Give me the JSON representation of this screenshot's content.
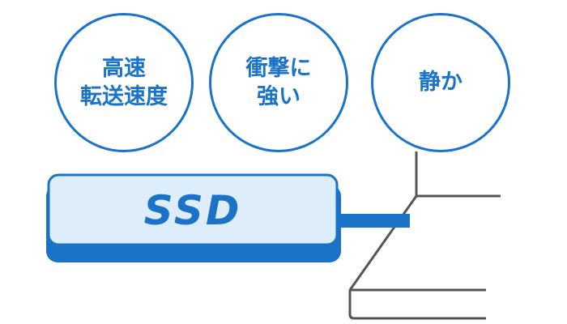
{
  "features": [
    {
      "lines": [
        "高速",
        "転送速度"
      ]
    },
    {
      "lines": [
        "衝撃に",
        "強い"
      ]
    },
    {
      "lines": [
        "静か"
      ]
    }
  ],
  "ssd": {
    "label": "SSD"
  },
  "colors": {
    "accent": "#1a73c8",
    "ssd_fill": "#ddeefa",
    "device_line": "#555555"
  }
}
